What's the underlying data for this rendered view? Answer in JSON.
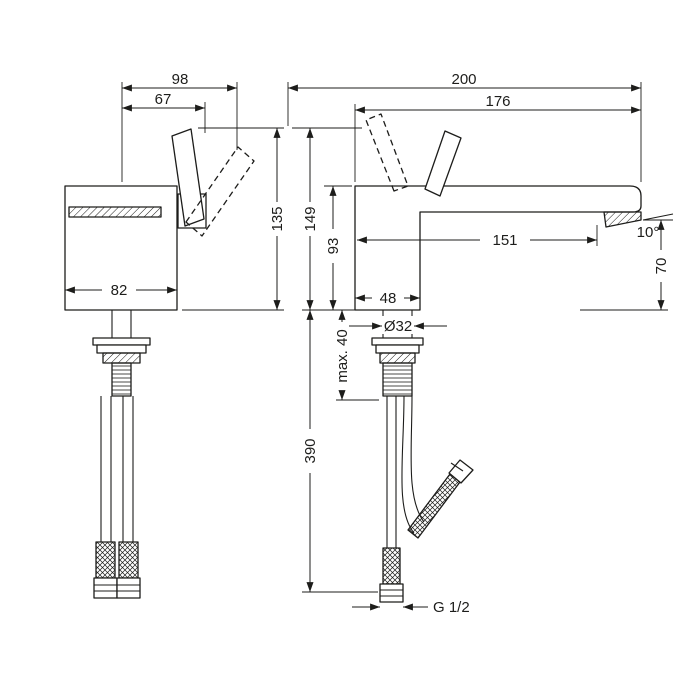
{
  "diagram": {
    "colors": {
      "line": "#1d1d1b",
      "background": "#ffffff"
    },
    "side_view": {
      "dims": {
        "width_98": "98",
        "width_67": "67",
        "height_135": "135",
        "body_width_82": "82"
      }
    },
    "front_view": {
      "dims": {
        "overall_200": "200",
        "spout_reach_176": "176",
        "height_149": "149",
        "spout_height_93": "93",
        "reach_151": "151",
        "spray_angle": "10°",
        "clearance_70": "70",
        "body_depth_48": "48",
        "shaft_diameter": "Ø32",
        "max_mounting_thickness": "max. 40",
        "hose_length_390": "390",
        "connection_thread": "G 1/2"
      }
    }
  }
}
